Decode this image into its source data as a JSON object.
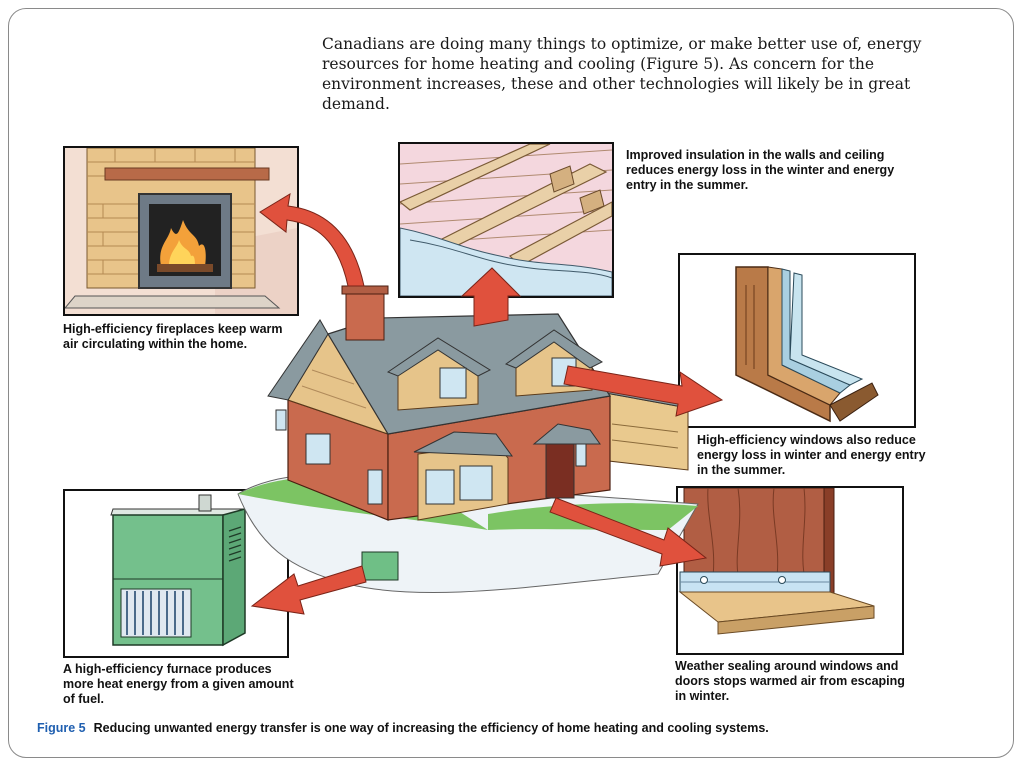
{
  "intro_text": "Canadians are doing many things to optimize, or make better use of, energy resources for home heating and cooling (Figure 5). As concern for the environment increases, these and other technologies will likely be in great demand.",
  "callouts": {
    "fireplace": "High-efficiency fireplaces keep warm air circulating within the home.",
    "insulation": "Improved insulation in the walls and ceiling reduces energy loss in the winter and energy entry in the summer.",
    "windows": "High-efficiency windows also reduce energy loss in winter and energy entry in the summer.",
    "furnace": "A high-efficiency furnace produces more heat energy from a given amount of fuel.",
    "weather_sealing": "Weather sealing around windows and doors stops warmed air from escaping in winter."
  },
  "figure": {
    "label": "Figure 5",
    "caption": "Reducing unwanted energy transfer is one way of increasing the efficiency of home heating and cooling systems."
  },
  "colors": {
    "arrow": "#e0513d",
    "brick": "#c96a4e",
    "roof": "#8a9aa0",
    "lawn": "#7cc463",
    "furnace": "#6fbf86",
    "caption_label": "#1f5fb0"
  }
}
